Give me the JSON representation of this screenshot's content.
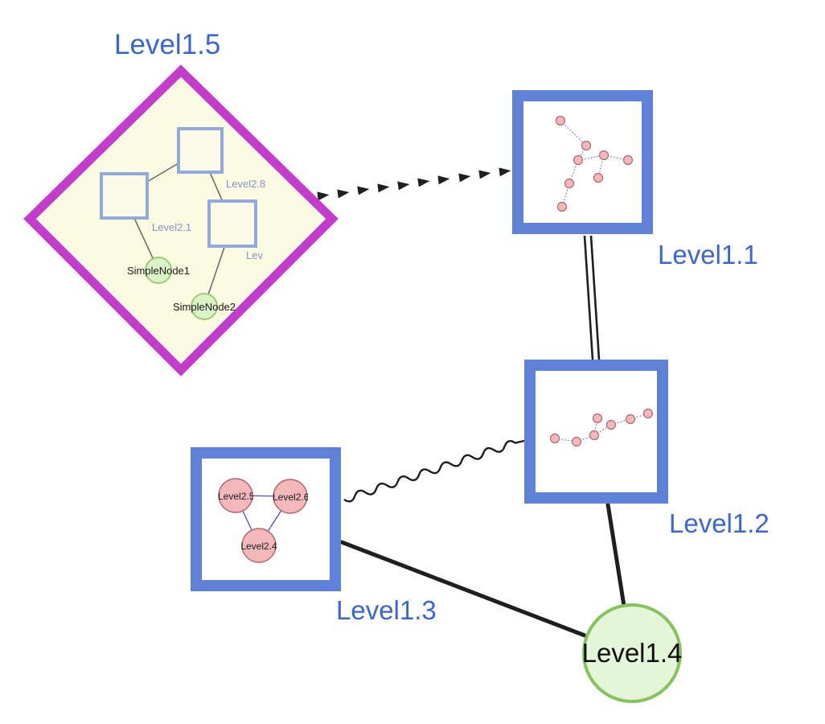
{
  "nodes": {
    "level1_1": {
      "label": "Level1.1",
      "shape": "square-group",
      "inner_node_count": 8
    },
    "level1_2": {
      "label": "Level1.2",
      "shape": "square-group",
      "inner_node_count": 7
    },
    "level1_3": {
      "label": "Level1.3",
      "shape": "square-group",
      "inner_node_count": 3
    },
    "level1_4": {
      "label": "Level1.4",
      "shape": "circle"
    },
    "level1_5": {
      "label": "Level1.5",
      "shape": "diamond-group",
      "inner_node_count": 5
    },
    "level2_1": {
      "label": "Level2.1",
      "shape": "square",
      "parent": "Level1.5"
    },
    "level2_8": {
      "label": "Level2.8",
      "shape": "square",
      "parent": "Level1.5"
    },
    "level2_x": {
      "label": "Lev",
      "shape": "square",
      "parent": "Level1.5"
    },
    "simple_node1": {
      "label": "SimpleNode1",
      "shape": "circle",
      "parent": "Level1.5"
    },
    "simple_node2": {
      "label": "SimpleNode2",
      "shape": "circle",
      "parent": "Level1.5"
    },
    "level2_4": {
      "label": "Level2.4",
      "shape": "circle",
      "parent": "Level1.3"
    },
    "level2_5": {
      "label": "Level2.5",
      "shape": "circle",
      "parent": "Level1.3"
    },
    "level2_6": {
      "label": "Level2.6",
      "shape": "circle",
      "parent": "Level1.3"
    }
  },
  "edges": [
    {
      "from": "Level1.5",
      "to": "Level1.1",
      "style": "dashed-arrow"
    },
    {
      "from": "Level1.1",
      "to": "Level1.2",
      "style": "double-parallel"
    },
    {
      "from": "Level1.3",
      "to": "Level1.2",
      "style": "wavy"
    },
    {
      "from": "Level1.3",
      "to": "Level1.4",
      "style": "solid"
    },
    {
      "from": "Level1.2",
      "to": "Level1.4",
      "style": "solid"
    },
    {
      "from": "Level2.1",
      "to": "Level2.8",
      "style": "solid-thin"
    },
    {
      "from": "Level2.8",
      "to": "Lev",
      "style": "solid-thin"
    },
    {
      "from": "Level2.1",
      "to": "SimpleNode1",
      "style": "solid-thin"
    },
    {
      "from": "Lev",
      "to": "SimpleNode2",
      "style": "solid-thin"
    },
    {
      "from": "Level2.5",
      "to": "Level2.6",
      "style": "solid-thin"
    },
    {
      "from": "Level2.5",
      "to": "Level2.4",
      "style": "solid-thin"
    },
    {
      "from": "Level2.6",
      "to": "Level2.4",
      "style": "solid-thin"
    }
  ],
  "colors": {
    "label_blue": "#3a66cf",
    "inner_label_blue": "#8392c9",
    "box_blue": "#5f82d8",
    "diamond_magenta": "#c33ccb",
    "diamond_fill": "#fbfbe2",
    "inner_square_blue": "#92a9de",
    "inner_square_fill": "#fbfbe8",
    "green_fill": "#dcf2c8",
    "green_stroke": "#9cc878",
    "big_green_fill": "#e4f6d8",
    "big_green_stroke": "#85c35c",
    "pink_fill": "#f2b8ba",
    "pink_stroke": "#b2666e",
    "mini_edge_blue": "#7880cf",
    "tri_edge_blue": "#4a50c8",
    "edge_dark": "#1f1f1f"
  }
}
